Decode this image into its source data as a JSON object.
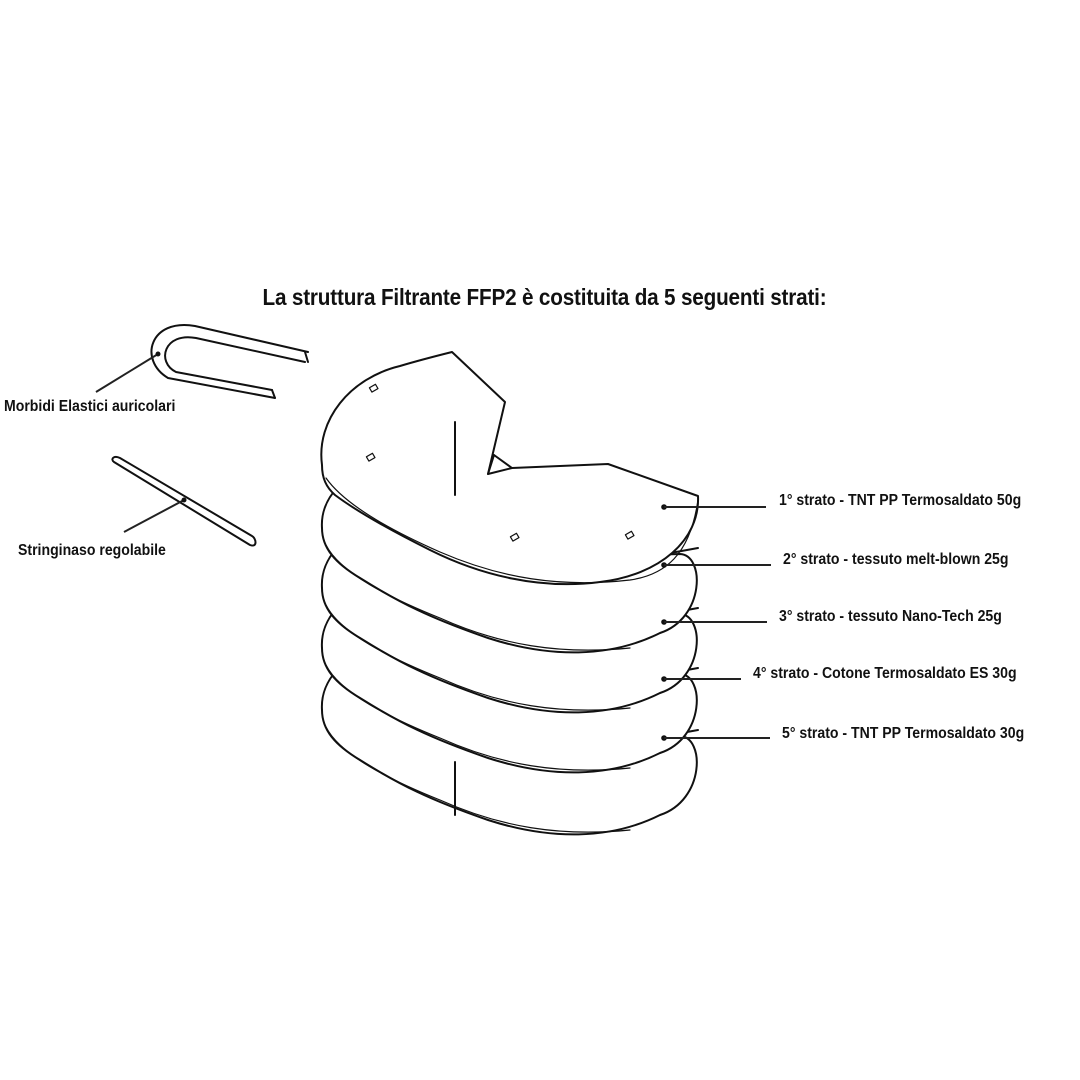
{
  "title": "La struttura Filtrante FFP2 è costituita da 5 seguenti strati:",
  "components": {
    "ear_loops": "Morbidi Elastici auricolari",
    "nose_clip": "Stringinaso regolabile"
  },
  "layers": [
    {
      "label": "1° strato - TNT PP Termosaldato 50g"
    },
    {
      "label": "2° strato - tessuto melt-blown 25g"
    },
    {
      "label": "3° strato - tessuto Nano-Tech 25g"
    },
    {
      "label": "4° strato - Cotone Termosaldato ES 30g"
    },
    {
      "label": "5° strato - TNT PP Termosaldato 30g"
    }
  ]
}
